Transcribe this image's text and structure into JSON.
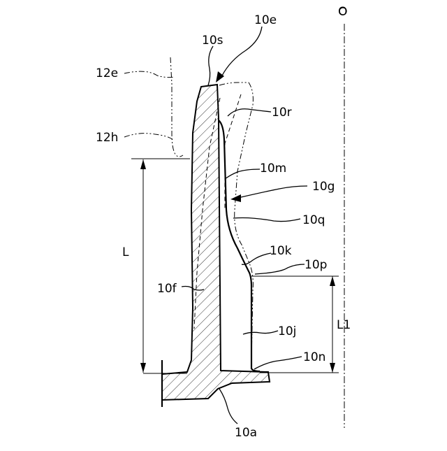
{
  "labels": {
    "o": "O",
    "10e": "10e",
    "10s": "10s",
    "12e": "12e",
    "10r": "10r",
    "12h": "12h",
    "10m": "10m",
    "10g": "10g",
    "10q": "10q",
    "l": "L",
    "10k": "10k",
    "10p": "10p",
    "10f": "10f",
    "10j": "10j",
    "l1": "L1",
    "10n": "10n",
    "10a": "10a"
  }
}
